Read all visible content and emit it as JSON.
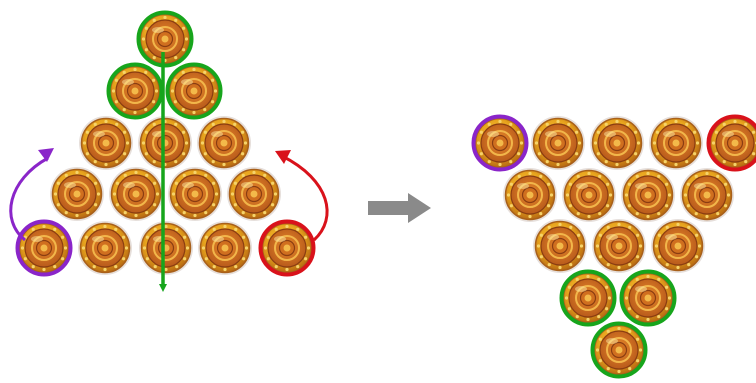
{
  "puzzle": {
    "before": {
      "rows": [
        1,
        2,
        3,
        4,
        5
      ],
      "highlights": {
        "green": [
          "top",
          "row2-left",
          "row2-right"
        ],
        "purple": [
          "bottom-left"
        ],
        "red": [
          "bottom-right"
        ]
      }
    },
    "after": {
      "rows": [
        5,
        4,
        3,
        2,
        1
      ],
      "highlights": {
        "green": [
          "row4-left",
          "row4-right",
          "bottom"
        ],
        "purple": [
          "top-left"
        ],
        "red": [
          "top-right"
        ]
      }
    },
    "moves": [
      {
        "coin": "bottom-left",
        "color": "purple",
        "to": "top-left"
      },
      {
        "coin": "bottom-right",
        "color": "red",
        "to": "top-right"
      },
      {
        "coin": "top-three",
        "color": "green",
        "to": "bottom"
      }
    ]
  },
  "colors": {
    "green": "#17a51c",
    "purple": "#8a25c9",
    "red": "#d9121b",
    "arrow": "#8a8a8a",
    "coin_outer": "#e8a51e",
    "coin_inner": "#c9681a",
    "coin_dark": "#8a3d12"
  },
  "icons": {
    "coin": "gold-coin-icon",
    "transform_arrow": "right-arrow-icon"
  }
}
